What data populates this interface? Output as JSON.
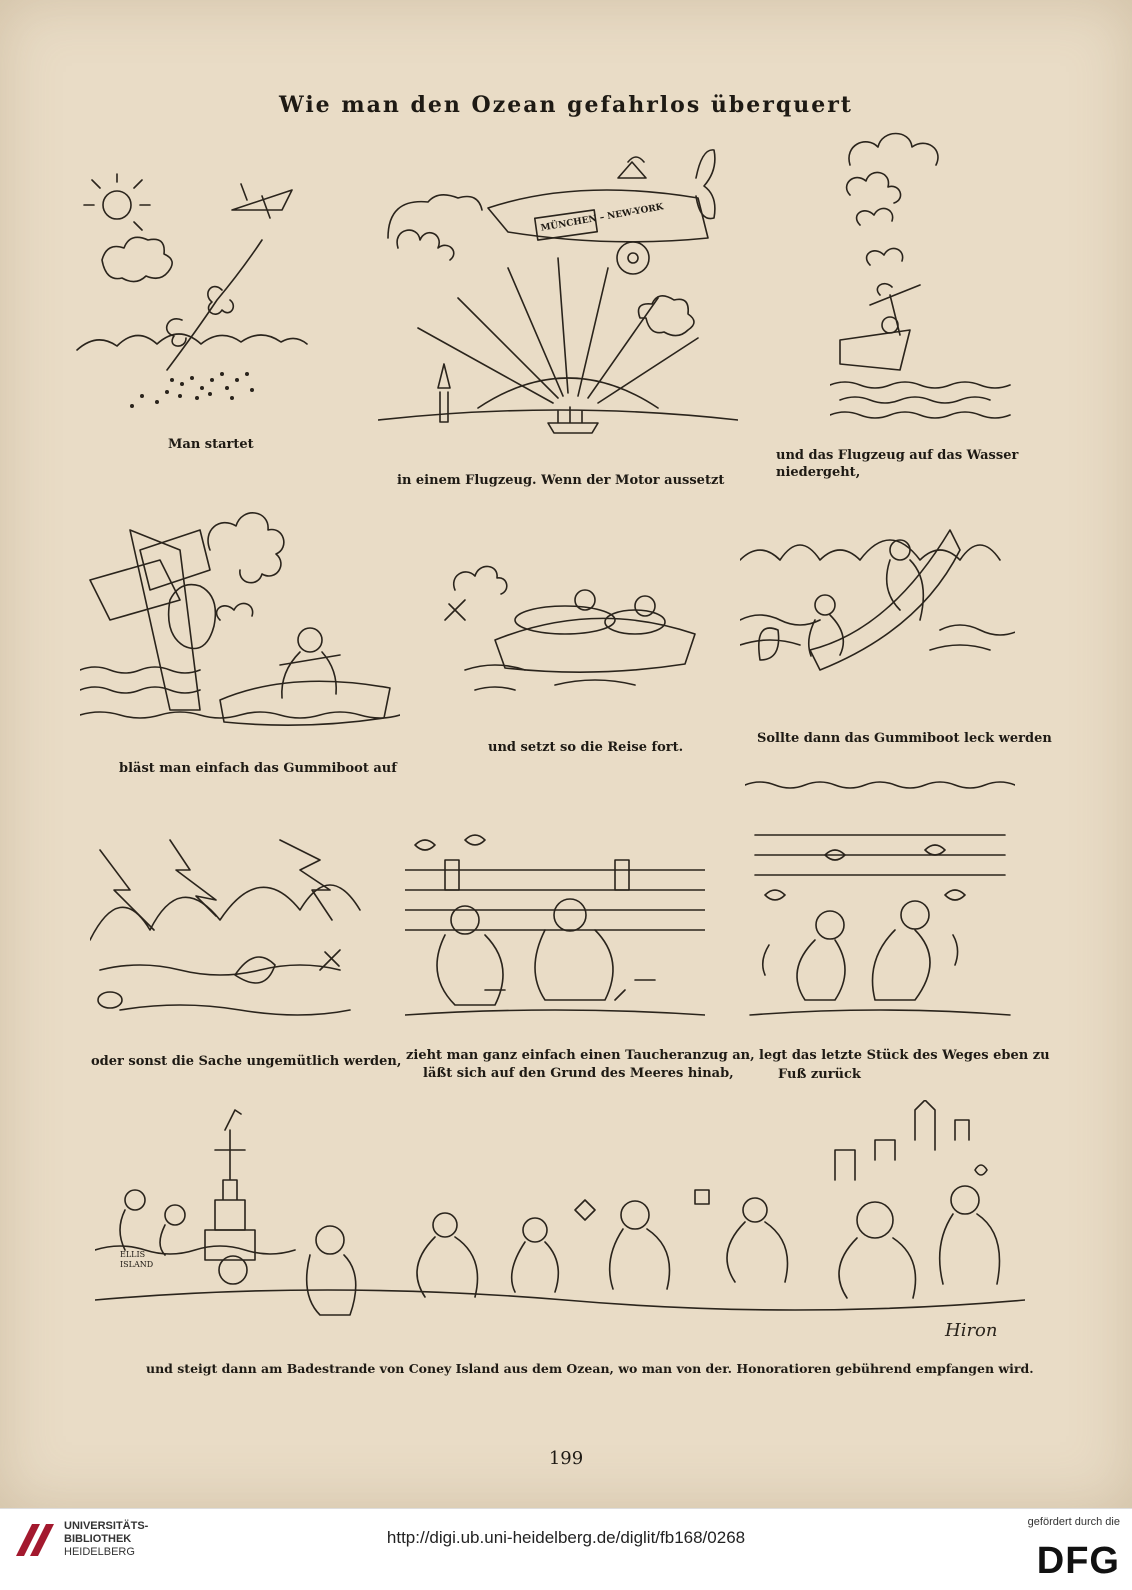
{
  "title": "Wie man den Ozean gefahrlos überquert",
  "captions": {
    "c1": "Man startet",
    "c2": "in einem Flugzeug. Wenn der Motor aussetzt",
    "c3a": "und das Flugzeug auf das Wasser",
    "c3b": "niedergeht,",
    "c4": "bläst man einfach das Gummiboot auf",
    "c5": "und setzt so die Reise fort.",
    "c6": "Sollte dann das Gummiboot leck werden",
    "c7": "oder sonst die Sache ungemütlich werden,",
    "c8a": "zieht man ganz einfach einen Taucheranzug an,",
    "c8b": "läßt sich auf den Grund des Meeres hinab,",
    "c9a": "legt das letzte Stück des Weges eben zu",
    "c9b": "Fuß zurück",
    "c10": "und steigt dann am Badestrande von Coney Island aus dem Ozean, wo man von der. Honoratioren gebührend empfangen wird."
  },
  "illustrations": {
    "plane_sign": "MÜNCHEN – NEW-YORK",
    "island_label": "ELLIS ISLAND",
    "signature": "Hiron"
  },
  "page_number": "199",
  "footer": {
    "institution_line1": "UNIVERSITÄTS-",
    "institution_line2": "BIBLIOTHEK",
    "institution_line3": "HEIDELBERG",
    "url": "http://digi.ub.uni-heidelberg.de/diglit/fb168/0268",
    "funded_by": "gefördert durch die",
    "funder_logo": "DFG"
  },
  "colors": {
    "paper": "#e9dcc6",
    "ink": "#2a241c",
    "logo_red": "#a3192e"
  }
}
